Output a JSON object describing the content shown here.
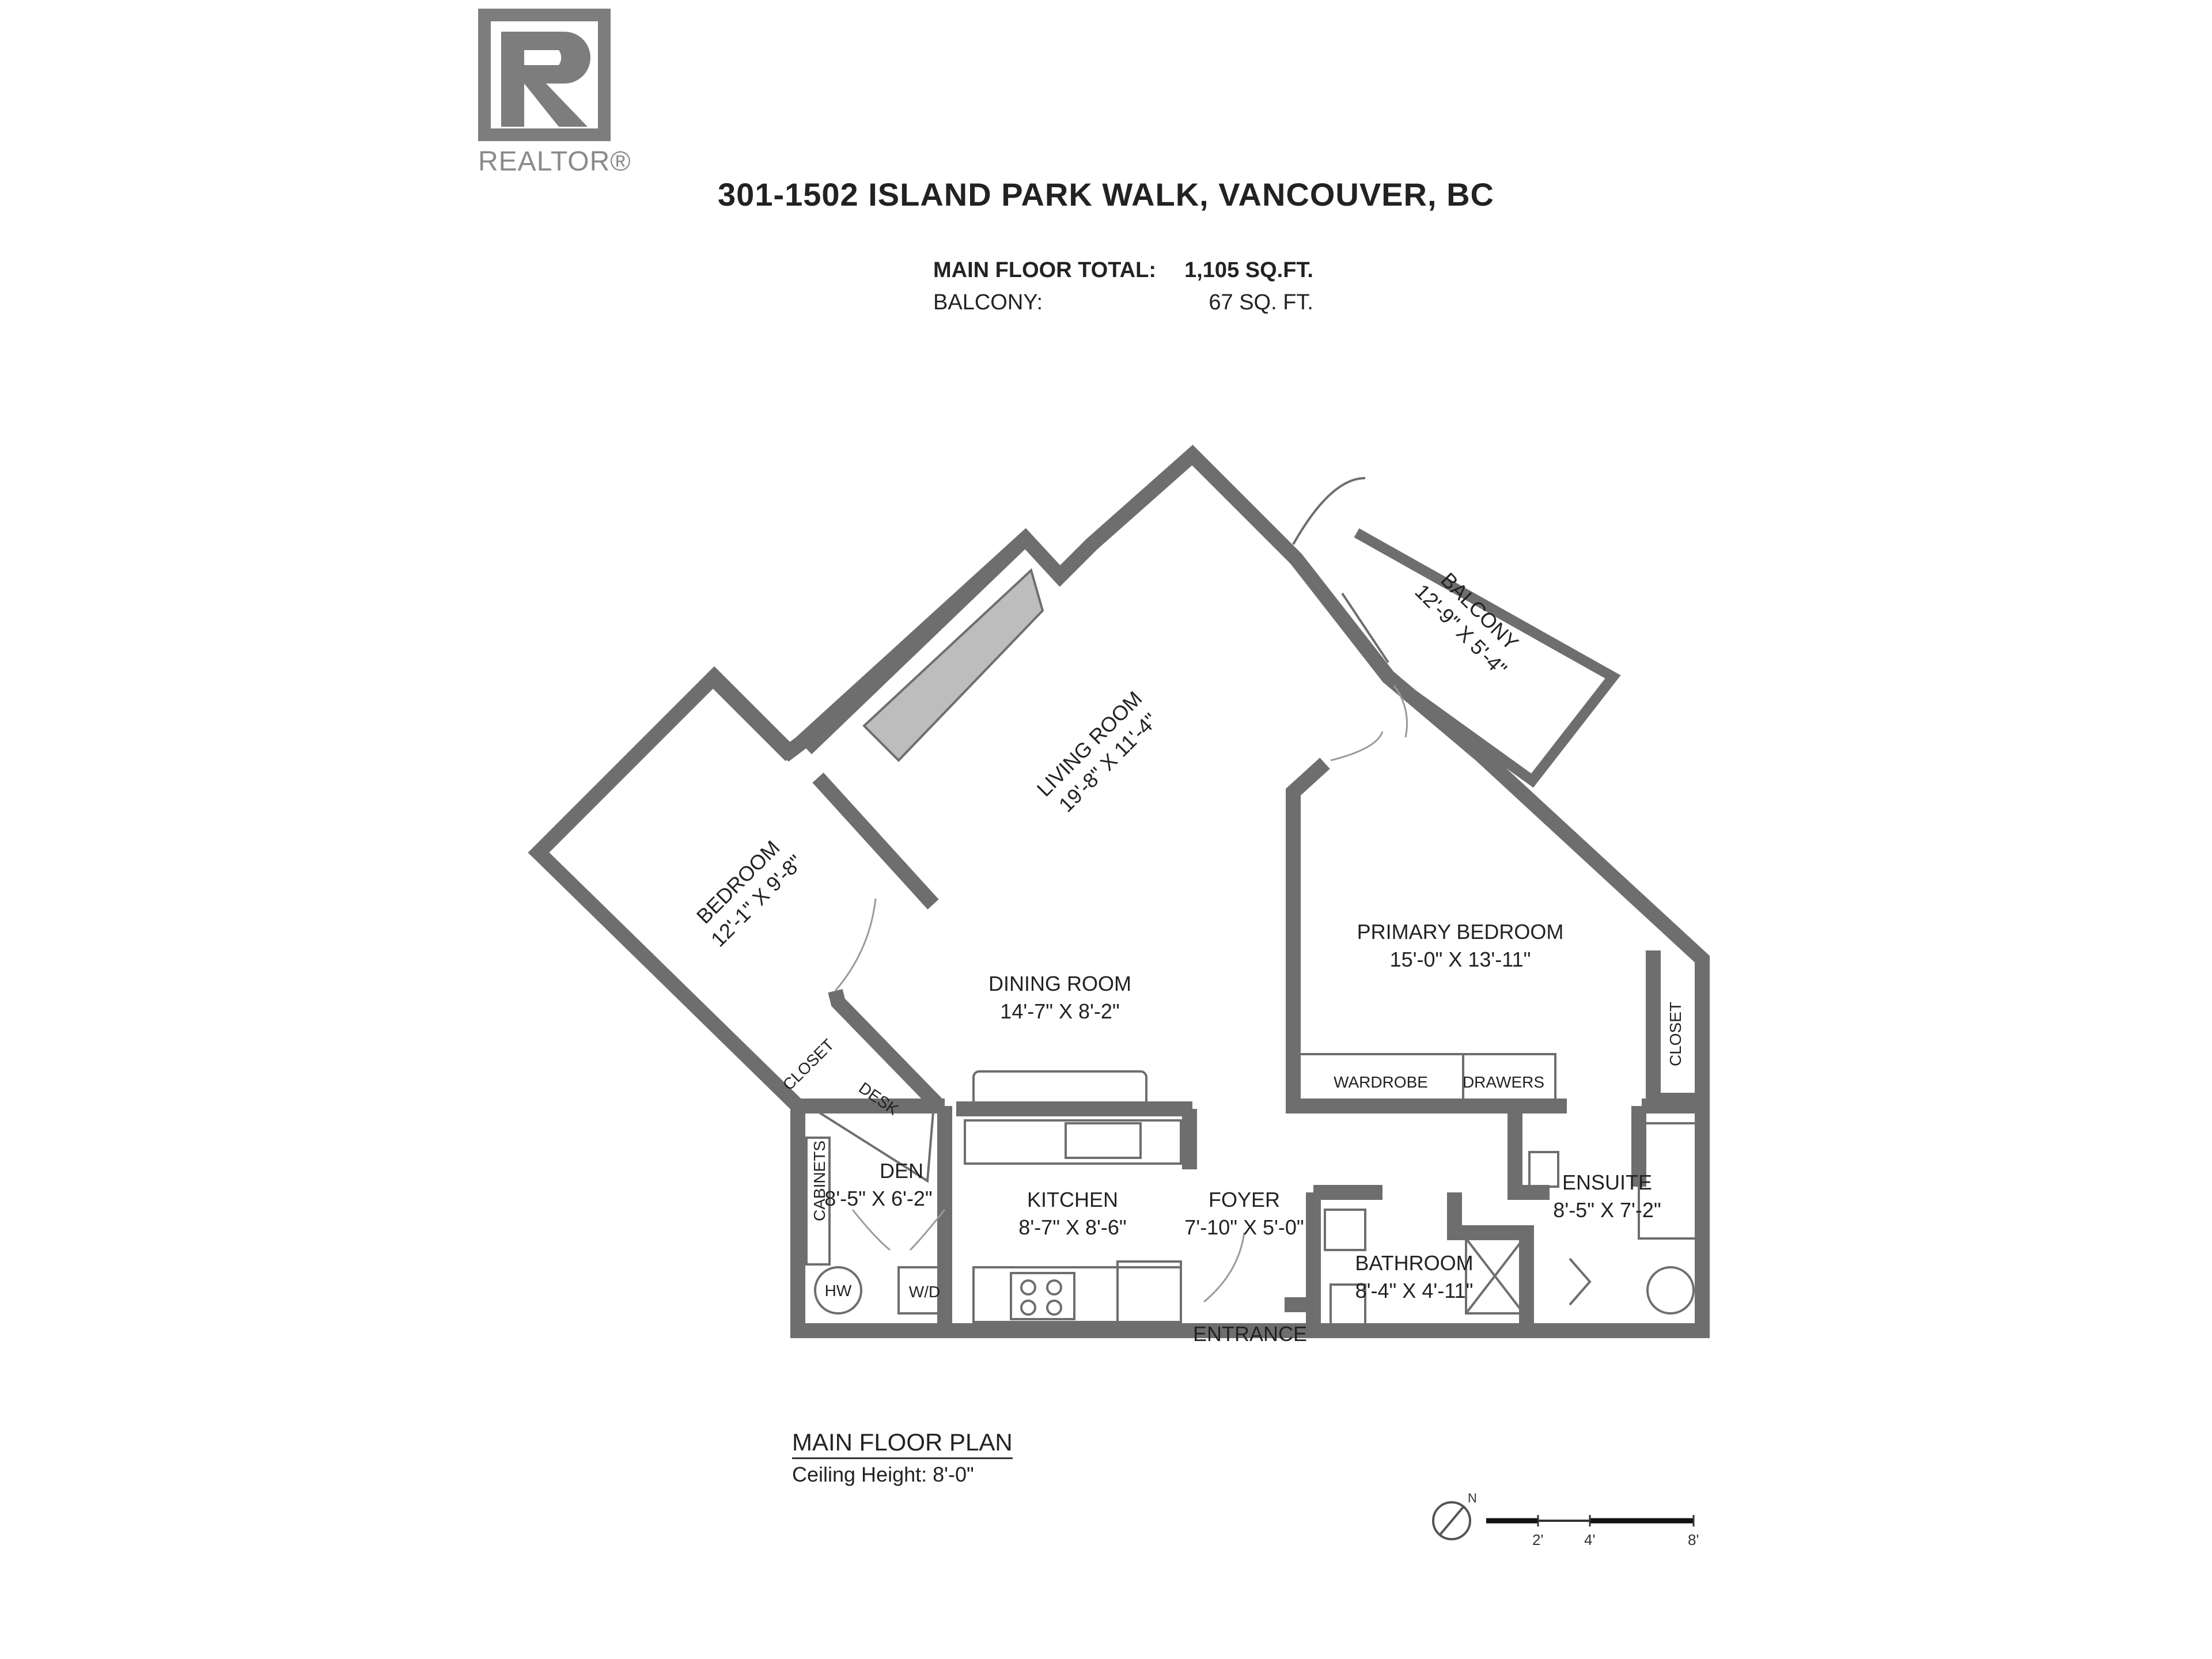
{
  "logo": {
    "text": "REALTOR®",
    "icon": "realtor-r-logo-icon"
  },
  "title": "301-1502 ISLAND PARK WALK, VANCOUVER, BC",
  "area": {
    "total_label": "MAIN FLOOR TOTAL:",
    "total_value": "1,105 SQ.FT.",
    "balcony_label": "BALCONY:",
    "balcony_value": "67 SQ. FT."
  },
  "rooms": {
    "living": {
      "name": "LIVING ROOM",
      "dims": "19'-8\" X 11'-4\""
    },
    "balcony": {
      "name": "BALCONY",
      "dims": "12'-9\" X 5'-4\""
    },
    "bedroom": {
      "name": "BEDROOM",
      "dims": "12'-1\" X 9'-8\""
    },
    "primary": {
      "name": "PRIMARY BEDROOM",
      "dims": "15'-0\" X 13'-11\""
    },
    "dining": {
      "name": "DINING ROOM",
      "dims": "14'-7\" X 8'-2\""
    },
    "den": {
      "name": "DEN",
      "dims": "8'-5\" X 6'-2\""
    },
    "kitchen": {
      "name": "KITCHEN",
      "dims": "8'-7\" X 8'-6\""
    },
    "foyer": {
      "name": "FOYER",
      "dims": "7'-10\" X 5'-0\""
    },
    "ensuite": {
      "name": "ENSUITE",
      "dims": "8'-5\" X 7'-2\""
    },
    "bathroom": {
      "name": "BATHROOM",
      "dims": "8'-4\" X 4'-11\""
    }
  },
  "labels": {
    "closet_left": "CLOSET",
    "closet_right": "CLOSET",
    "desk": "DESK",
    "cabinets": "CABINETS",
    "wardrobe": "WARDROBE",
    "drawers": "DRAWERS",
    "hw": "HW",
    "wd": "W/D",
    "entrance": "ENTRANCE"
  },
  "caption": {
    "title": "MAIN FLOOR PLAN",
    "ceiling": "Ceiling Height: 8'-0\""
  },
  "compass": {
    "label": "N",
    "icon": "north-compass-icon"
  },
  "scale": {
    "ticks": [
      "2'",
      "4'",
      "8'"
    ]
  },
  "colors": {
    "wall": "#6e6e6e",
    "logo": "#7d7d7d",
    "fixture": "#9a9a9a"
  }
}
